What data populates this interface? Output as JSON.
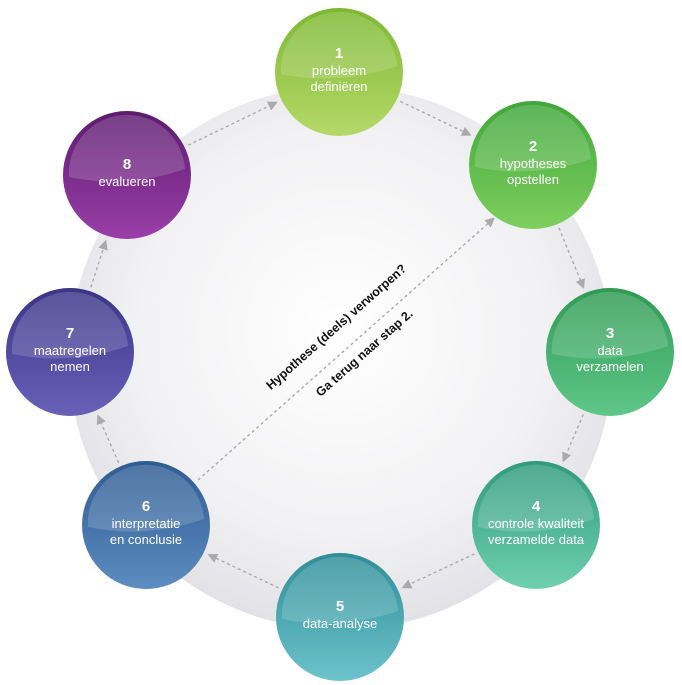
{
  "steps": [
    {
      "number": "1",
      "lines": [
        "probleem",
        "definiëren"
      ],
      "color_light": "#b5d96a",
      "color_dark": "#7cb830"
    },
    {
      "number": "2",
      "lines": [
        "hypotheses",
        "opstellen"
      ],
      "color_light": "#7fcf5f",
      "color_dark": "#3fa63a"
    },
    {
      "number": "3",
      "lines": [
        "data",
        "verzamelen"
      ],
      "color_light": "#5fc78a",
      "color_dark": "#2f9a52"
    },
    {
      "number": "4",
      "lines": [
        "controle kwaliteit",
        "verzamelde data"
      ],
      "color_light": "#6fd0ae",
      "color_dark": "#2f9a7a"
    },
    {
      "number": "5",
      "lines": [
        "data-analyse"
      ],
      "color_light": "#6cc3cb",
      "color_dark": "#2f8d99"
    },
    {
      "number": "6",
      "lines": [
        "interpretatie",
        "en conclusie"
      ],
      "color_light": "#5c8cc0",
      "color_dark": "#2f5b93"
    },
    {
      "number": "7",
      "lines": [
        "maatregelen",
        "nemen"
      ],
      "color_light": "#6a60b8",
      "color_dark": "#3a3487"
    },
    {
      "number": "8",
      "lines": [
        "evalueren"
      ],
      "color_light": "#9a3fa8",
      "color_dark": "#5c1b6f"
    }
  ],
  "center": {
    "line1": "Hypothese (deels) verworpen?",
    "line2": "Ga terug naar stap 2."
  }
}
